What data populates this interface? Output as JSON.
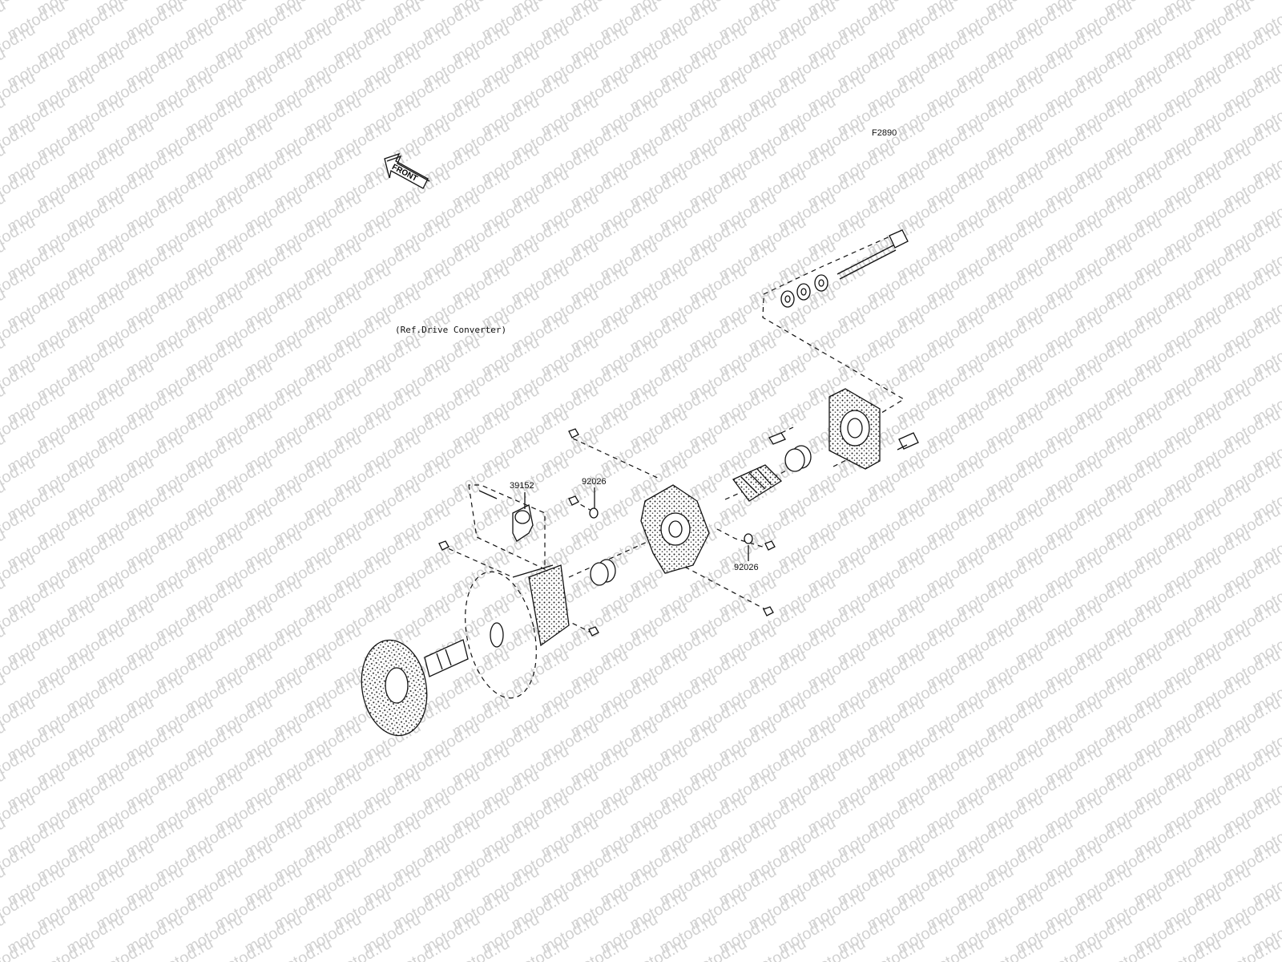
{
  "figure_code": "F2890",
  "reference_note": "(Ref.Drive Converter)",
  "front_arrow_label": "FRONT",
  "watermark_text": "motod.ru",
  "callouts": [
    {
      "id": "39152",
      "label": "39152"
    },
    {
      "id": "92026-a",
      "label": "92026"
    },
    {
      "id": "92026-b",
      "label": "92026"
    }
  ],
  "colors": {
    "ink": "#111111",
    "background": "#ffffff",
    "watermark": "#d2d2d2"
  }
}
